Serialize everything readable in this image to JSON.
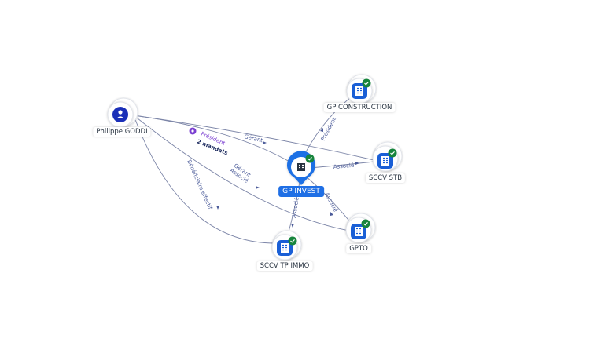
{
  "nodes": {
    "person": {
      "name": "Philippe GODDI",
      "icon": "person-icon"
    },
    "main": {
      "name": "GP INVEST",
      "icon": "building-icon",
      "verified": true
    },
    "construction": {
      "name": "GP CONSTRUCTION",
      "icon": "building-icon",
      "verified": true
    },
    "stb": {
      "name": "SCCV STB",
      "icon": "building-icon",
      "verified": true
    },
    "gpto": {
      "name": "GPTO",
      "icon": "building-icon",
      "verified": true
    },
    "tpimmo": {
      "name": "SCCV TP IMMO",
      "icon": "building-icon",
      "verified": true
    }
  },
  "edges": {
    "person_to_main_president": "Président",
    "person_to_main_mandates": "2 mandats",
    "person_to_stb": "Gérant",
    "person_to_gpto_gerant": "Gérant",
    "person_to_gpto_associe": "Associé",
    "person_to_tpimmo": "Bénéficiaire effectif",
    "main_to_construction": "Président",
    "main_to_stb": "Associé",
    "main_to_gpto": "Associé",
    "main_to_tpimmo": "Associé"
  },
  "colors": {
    "edge": "#7d86a8",
    "main_node": "#1f6fe5",
    "company_icon": "#1a5fd6",
    "person_icon": "#1a2fb8",
    "verified_badge": "#17853c",
    "mandate_badge": "#7b3fd1"
  }
}
